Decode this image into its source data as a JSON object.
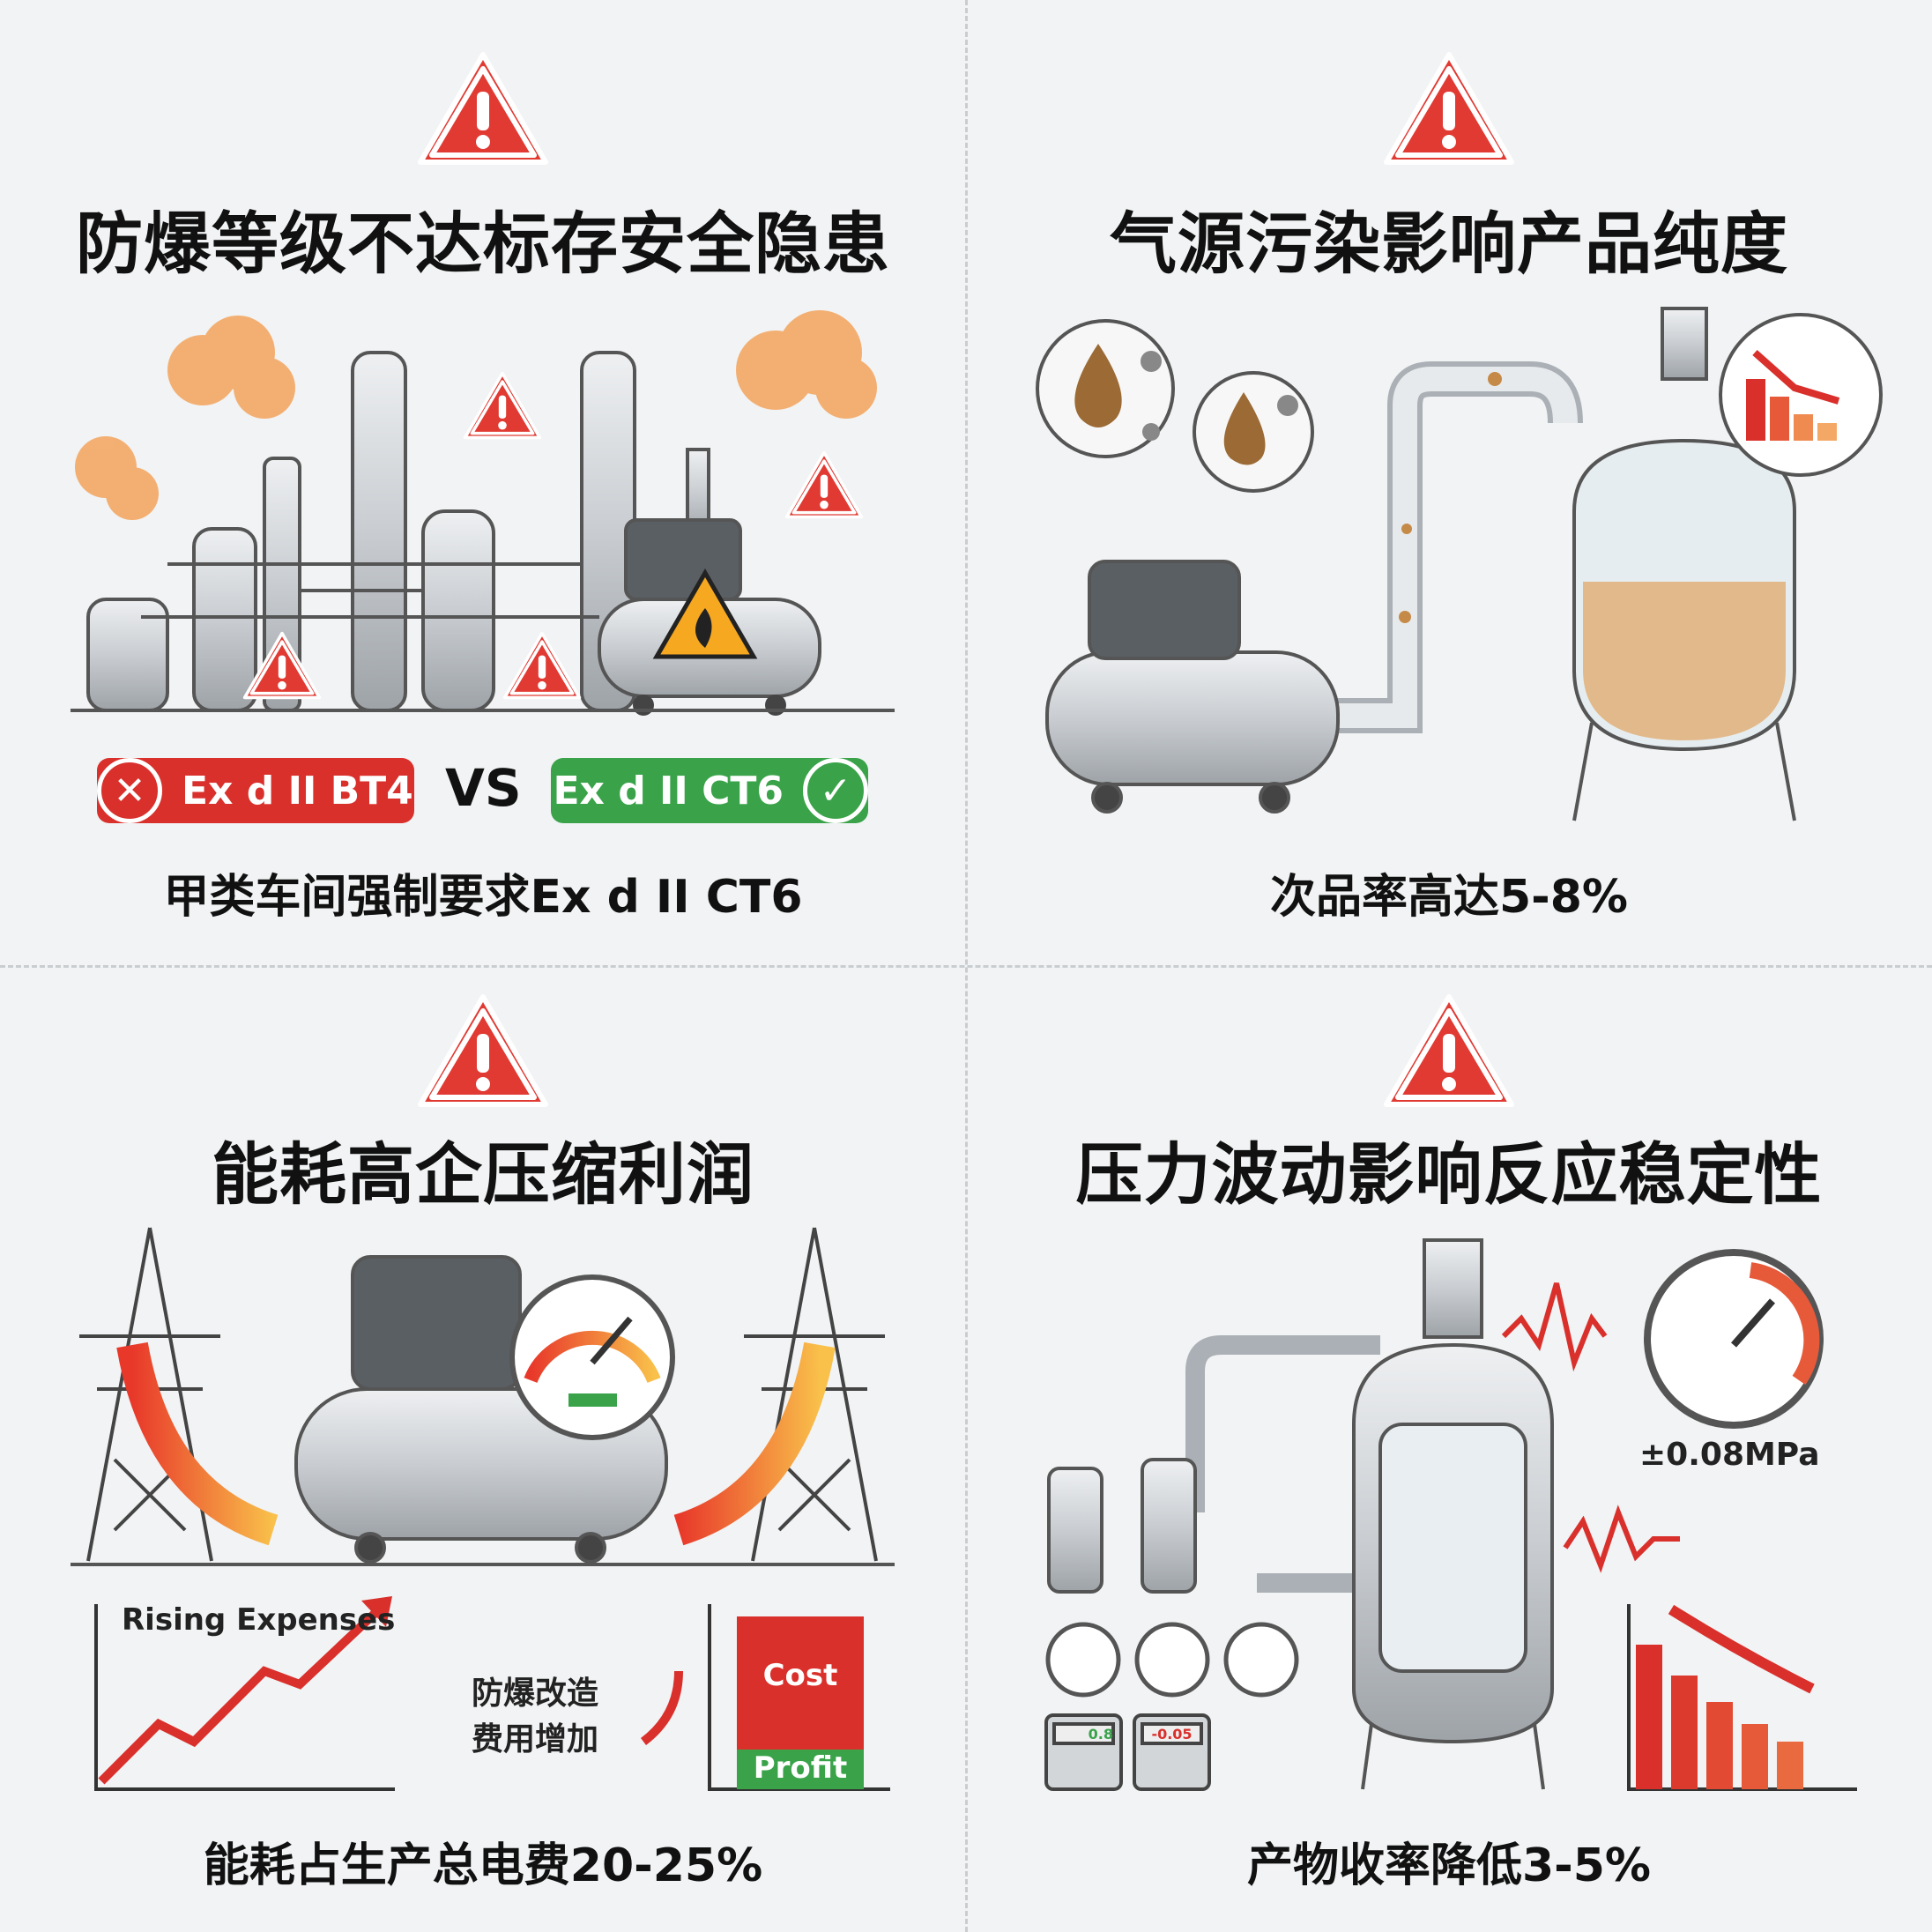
{
  "panels": [
    {
      "title": "防爆等级不达标存安全隐患",
      "caption": "甲类车间强制要求Ex d II CT6",
      "badge_bad": "Ex d II BT4",
      "badge_good": "Ex d II CT6",
      "vs": "VS"
    },
    {
      "title": "气源污染影响产品纯度",
      "caption": "次品率高达5-8%"
    },
    {
      "title": "能耗高企压缩利润",
      "caption": "能耗占生产总电费20-25%",
      "chart_label": "Rising Expenses",
      "retrofit_line1": "防爆改造",
      "retrofit_line2": "费用增加",
      "cost": "Cost",
      "profit": "Profit"
    },
    {
      "title": "压力波动影响反应稳定性",
      "caption": "产物收率降低3-5%",
      "pressure": "±0.08MPa",
      "display1": "0.8",
      "display2": "-0.05"
    }
  ],
  "colors": {
    "warning": "#e03a33",
    "good": "#3aa34a",
    "bad": "#d9302c",
    "orange": "#f0a050",
    "steel": "#c8ccd0"
  }
}
